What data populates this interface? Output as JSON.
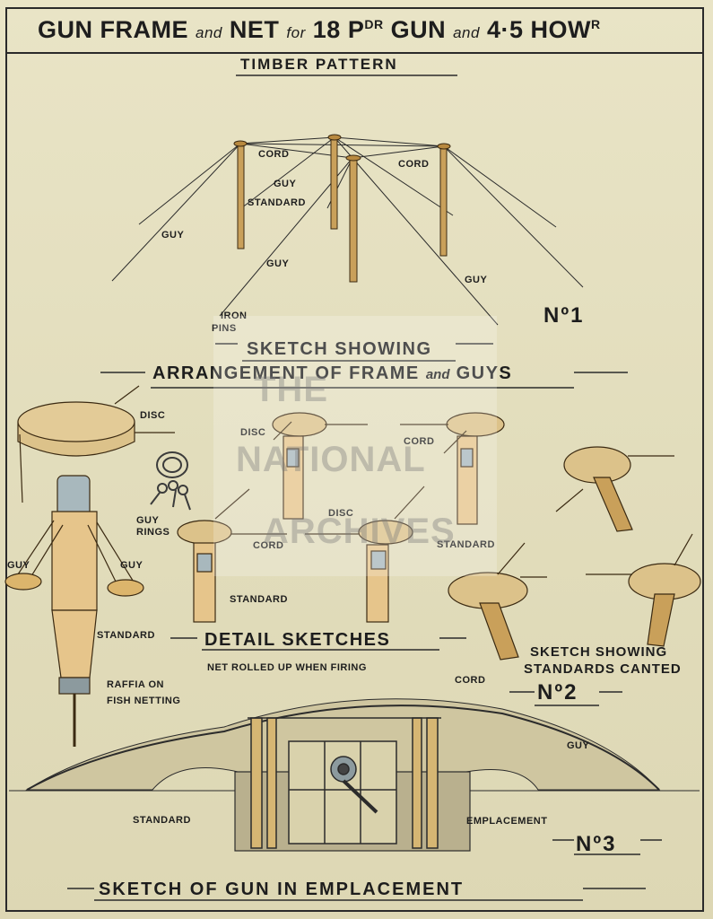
{
  "title": {
    "part1": "GUN FRAME",
    "and1": "and",
    "part2": "NET",
    "for": "for",
    "part3": "18 P",
    "sup": "DR",
    "part4": "GUN",
    "and2": "and",
    "part5": "4·5 HOW",
    "sup2": "R"
  },
  "subtitle": "TIMBER PATTERN",
  "sketch1": {
    "labels": {
      "cord_left": "CORD",
      "cord_right": "CORD",
      "guy_center": "GUY",
      "standard": "STANDARD",
      "guy_left": "GUY",
      "guy_mid": "GUY",
      "guy_right": "GUY",
      "iron_pins_1": "IRON",
      "iron_pins_2": "PINS"
    },
    "number": "Nº1",
    "heading_line1": "SKETCH SHOWING",
    "heading_line2a": "ARRANGEMENT OF FRAME",
    "heading_and": "and",
    "heading_line2b": "GUYS"
  },
  "sketch2": {
    "labels": {
      "disc_1": "DISC",
      "guy_rings_1": "GUY",
      "guy_rings_2": "RINGS",
      "guy_left": "GUY",
      "guy_right": "GUY",
      "standard_left": "STANDARD",
      "disc_2": "DISC",
      "cord_2": "CORD",
      "disc_3": "DISC",
      "cord_3": "CORD",
      "standard_3": "STANDARD",
      "standard_4": "STANDARD",
      "raffia_1": "RAFFIA ON",
      "raffia_2": "FISH NETTING",
      "cord_4": "CORD"
    },
    "heading": "DETAIL SKETCHES",
    "note": "NET ROLLED UP WHEN FIRING",
    "canted_1": "SKETCH SHOWING",
    "canted_2": "STANDARDS CANTED",
    "number": "Nº2"
  },
  "sketch3": {
    "labels": {
      "guy": "GUY",
      "standard": "STANDARD",
      "emplacement": "EMPLACEMENT"
    },
    "number": "Nº3",
    "heading": "SKETCH OF GUN IN EMPLACEMENT"
  },
  "watermark": {
    "line1": "THE",
    "line2": "NATIONAL",
    "line3": "ARCHIVES"
  },
  "colors": {
    "paper": "#e4dfbf",
    "ink": "#1d1d1d",
    "timber": "#c9a05a",
    "disc": "#dcc28a",
    "metal": "#7c8a8c"
  }
}
